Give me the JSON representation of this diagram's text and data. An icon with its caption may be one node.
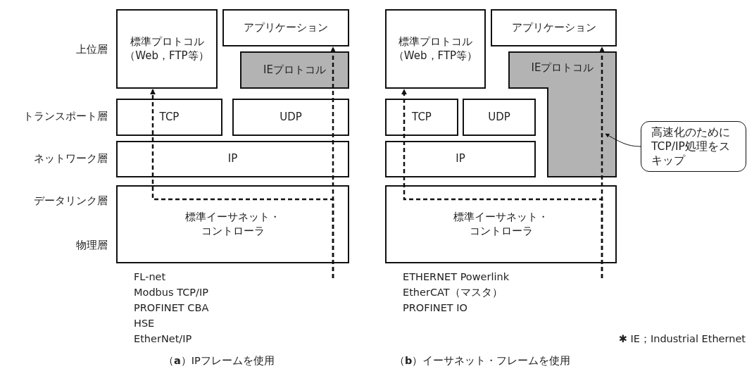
{
  "diagram": {
    "nodes": [
      {
        "text": [
          "標準プロトコル（Web，FTP等）"
        ]
      },
      {
        "text": [
          "アプリケーション"
        ]
      },
      {
        "text": [
          "IEプロトコル"
        ]
      },
      {
        "text": [
          "TCP"
        ]
      },
      {
        "text": [
          "UDP"
        ]
      },
      {
        "text": [
          "IP"
        ]
      },
      {
        "text": [
          "標準イーサネット・コントローラ"
        ]
      },
      {
        "text": [
          "標準プロトコル（Web，FTP等）"
        ]
      },
      {
        "text": [
          "アプリケーション"
        ]
      },
      {
        "text": [
          "IEプロトコル"
        ]
      },
      {
        "text": [
          "TCP"
        ]
      },
      {
        "text": [
          "UDP"
        ]
      },
      {
        "text": [
          "高速化のためにTCP/IP処理をスキップ"
        ]
      },
      {
        "text": [
          "IP"
        ]
      },
      {
        "text": [
          "標準イーサネット・コントローラ"
        ]
      }
    ],
    "edges": [
      {
        "from": null,
        "to": 0,
        "arrow": "to",
        "style": "dashed"
      },
      {
        "from": null,
        "to": 1,
        "arrow": "to",
        "style": "dashed"
      },
      {
        "from": null,
        "to": 7,
        "arrow": "to",
        "style": "dashed"
      },
      {
        "from": null,
        "to": 8,
        "arrow": "to",
        "style": "dashed"
      },
      {
        "from": 12,
        "to": 9,
        "arrow": "to"
      }
    ],
    "labels": [
      "上位層",
      "トランスポート層",
      "ネットワーク層",
      "データリンク層",
      "物理層",
      "FL-net",
      "Modbus TCP/IP",
      "PROFINET CBA",
      "HSE",
      "EtherNet/IP",
      "ETHERNET Powerlink",
      "EtherCAT（マスタ）",
      "PROFINET IO",
      "✱ IE；Industrial Ethernet",
      "（**a**）IPフレームを使用",
      "（**b**）イーサネット・フレームを使用"
    ]
  }
}
